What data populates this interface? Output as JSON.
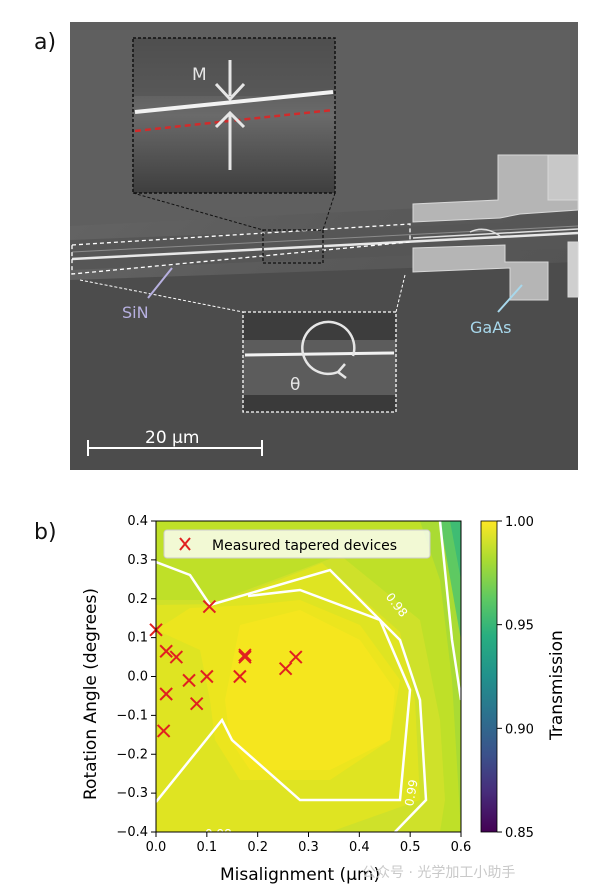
{
  "panel_a": {
    "label": "a)",
    "annotations": {
      "misalignment": "M",
      "rotation": "θ",
      "sin": "SiN",
      "gaas": "GaAs",
      "scale_bar": "20 μm"
    }
  },
  "panel_b": {
    "label": "b)"
  },
  "chart_data": {
    "type": "scatter",
    "xlabel": "Misalignment (μm)",
    "ylabel": "Rotation Angle (degrees)",
    "xlim": [
      0.0,
      0.6
    ],
    "ylim": [
      -0.4,
      0.4
    ],
    "x_ticks": [
      "0.0",
      "0.1",
      "0.2",
      "0.3",
      "0.4",
      "0.5",
      "0.6"
    ],
    "y_ticks": [
      "0.4",
      "0.3",
      "0.2",
      "0.1",
      "0.0",
      "−0.1",
      "−0.2",
      "−0.3",
      "−0.4"
    ],
    "background": "contour map of Transmission",
    "contour_labels": [
      "0.98",
      "0.99",
      "0.98"
    ],
    "colorbar": {
      "label": "Transmission",
      "range": [
        0.85,
        1.0
      ],
      "ticks": [
        "1.00",
        "0.95",
        "0.90",
        "0.85"
      ],
      "colormap": "viridis"
    },
    "legend": {
      "position": "top",
      "entries": [
        "Measured tapered devices"
      ]
    },
    "marker_color": "#e02020",
    "series": [
      {
        "name": "Measured tapered devices",
        "points": [
          {
            "x": 0.0,
            "y": 0.12
          },
          {
            "x": 0.02,
            "y": 0.065
          },
          {
            "x": 0.04,
            "y": 0.05
          },
          {
            "x": 0.105,
            "y": 0.18
          },
          {
            "x": 0.02,
            "y": -0.045
          },
          {
            "x": 0.065,
            "y": -0.01
          },
          {
            "x": 0.1,
            "y": 0.0
          },
          {
            "x": 0.08,
            "y": -0.07
          },
          {
            "x": 0.015,
            "y": -0.14
          },
          {
            "x": 0.175,
            "y": 0.05
          },
          {
            "x": 0.175,
            "y": 0.055
          },
          {
            "x": 0.165,
            "y": 0.0
          },
          {
            "x": 0.275,
            "y": 0.05
          },
          {
            "x": 0.255,
            "y": 0.02
          }
        ]
      }
    ]
  },
  "watermark": "公众号 · 光学加工小助手"
}
